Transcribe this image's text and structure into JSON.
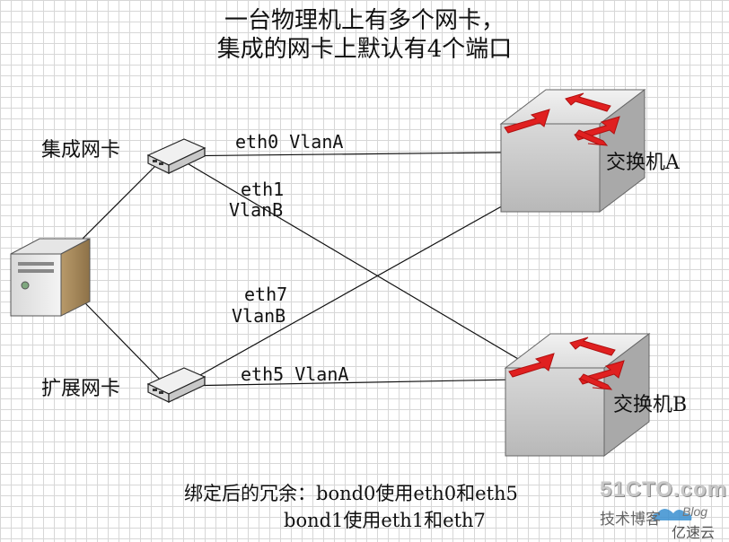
{
  "title": {
    "line1": "一台物理机上有多个网卡，",
    "line2": "集成的网卡上默认有4个端口"
  },
  "nics": {
    "integrated": "集成网卡",
    "expansion": "扩展网卡"
  },
  "switches": {
    "a": "交换机A",
    "b": "交换机B"
  },
  "links": {
    "eth0": "eth0 VlanA",
    "eth1_name": "eth1",
    "eth1_vlan": "VlanB",
    "eth7_name": "eth7",
    "eth7_vlan": "VlanB",
    "eth5": "eth5  VlanA"
  },
  "bonding": {
    "line1": "绑定后的冗余：bond0使用eth0和eth5",
    "line2": "bond1使用eth1和eth7"
  },
  "watermark": {
    "site": "51CTO.com",
    "sub": "技术博客",
    "blog": "Blog",
    "brand": "亿速云"
  },
  "colors": {
    "arrow": "#e02020",
    "switch_body": "#cfcfcf",
    "line": "#111111"
  }
}
